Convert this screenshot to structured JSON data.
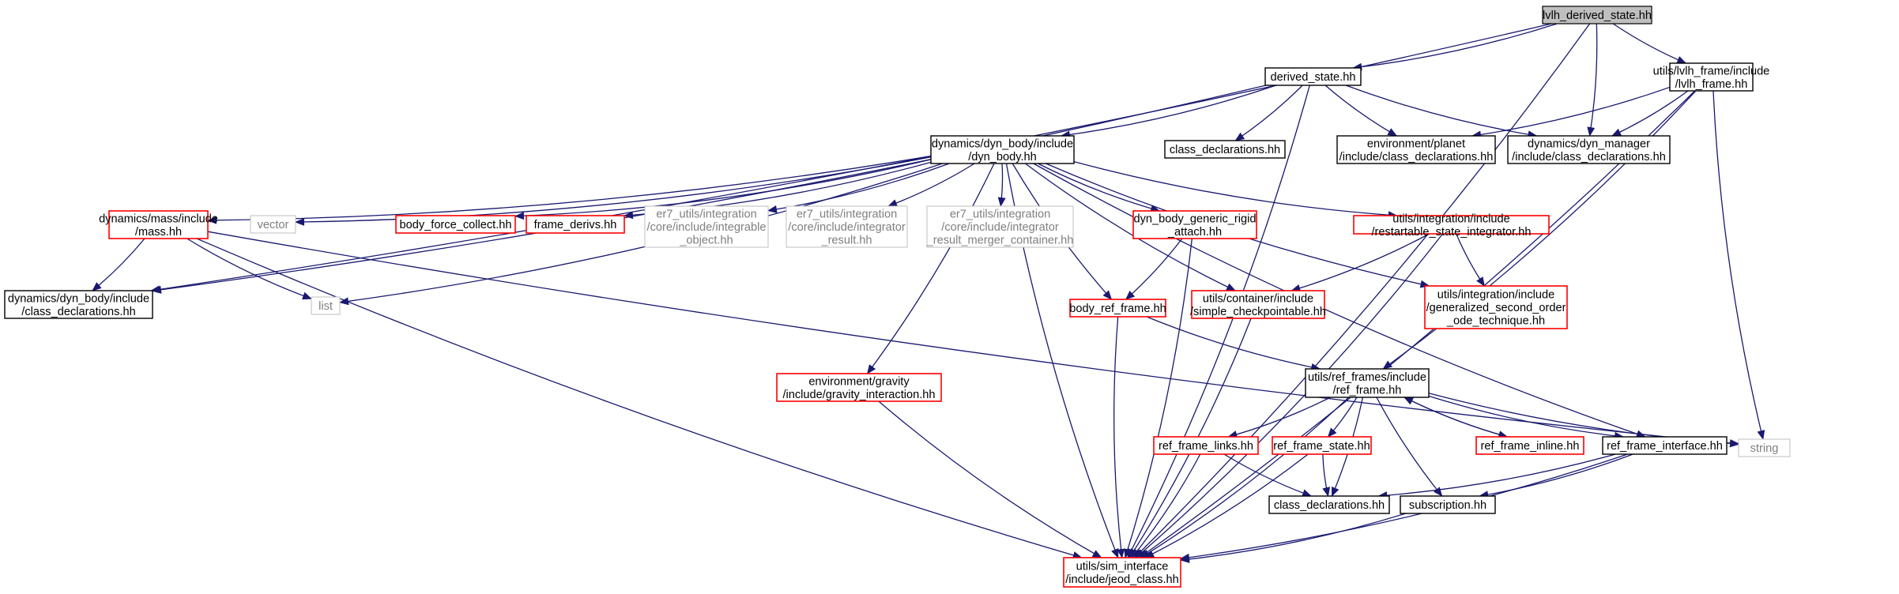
{
  "colors": {
    "edge": "#191970",
    "node_black": "#000000",
    "node_red": "#ff0000",
    "node_gray": "#bfbfbf",
    "root_fill": "#bfbfbf"
  },
  "nodes": [
    {
      "id": "lvlh_derived_state",
      "lines": [
        "lvlh_derived_state.hh"
      ],
      "style": "root"
    },
    {
      "id": "derived_state",
      "lines": [
        "derived_state.hh"
      ],
      "style": "black"
    },
    {
      "id": "lvlh_frame",
      "lines": [
        "utils/lvlh_frame/include",
        "/lvlh_frame.hh"
      ],
      "style": "black"
    },
    {
      "id": "dyn_body",
      "lines": [
        "dynamics/dyn_body/include",
        "/dyn_body.hh"
      ],
      "style": "black"
    },
    {
      "id": "class_declarations_top",
      "lines": [
        "class_declarations.hh"
      ],
      "style": "black"
    },
    {
      "id": "planet_class_decl",
      "lines": [
        "environment/planet",
        "/include/class_declarations.hh"
      ],
      "style": "black"
    },
    {
      "id": "dyn_manager_class_decl",
      "lines": [
        "dynamics/dyn_manager",
        "/include/class_declarations.hh"
      ],
      "style": "black"
    },
    {
      "id": "mass",
      "lines": [
        "dynamics/mass/include",
        "/mass.hh"
      ],
      "style": "red"
    },
    {
      "id": "vector",
      "lines": [
        "vector"
      ],
      "style": "gray"
    },
    {
      "id": "body_force_collect",
      "lines": [
        "body_force_collect.hh"
      ],
      "style": "red"
    },
    {
      "id": "frame_derivs",
      "lines": [
        "frame_derivs.hh"
      ],
      "style": "red"
    },
    {
      "id": "integrable_object",
      "lines": [
        "er7_utils/integration",
        "/core/include/integrable",
        "_object.hh"
      ],
      "style": "gray"
    },
    {
      "id": "integrator_result",
      "lines": [
        "er7_utils/integration",
        "/core/include/integrator",
        "_result.hh"
      ],
      "style": "gray"
    },
    {
      "id": "integrator_result_merger",
      "lines": [
        "er7_utils/integration",
        "/core/include/integrator",
        "_result_merger_container.hh"
      ],
      "style": "gray"
    },
    {
      "id": "dyn_body_generic_rigid_attach",
      "lines": [
        "dyn_body_generic_rigid",
        "_attach.hh"
      ],
      "style": "red"
    },
    {
      "id": "restartable_state_integrator",
      "lines": [
        "utils/integration/include",
        "/restartable_state_integrator.hh"
      ],
      "style": "red"
    },
    {
      "id": "dyn_body_class_decl",
      "lines": [
        "dynamics/dyn_body/include",
        "/class_declarations.hh"
      ],
      "style": "black"
    },
    {
      "id": "list",
      "lines": [
        "list"
      ],
      "style": "gray"
    },
    {
      "id": "body_ref_frame",
      "lines": [
        "body_ref_frame.hh"
      ],
      "style": "red"
    },
    {
      "id": "simple_checkpointable",
      "lines": [
        "utils/container/include",
        "/simple_checkpointable.hh"
      ],
      "style": "red"
    },
    {
      "id": "generalized_second_order",
      "lines": [
        "utils/integration/include",
        "/generalized_second_order",
        "_ode_technique.hh"
      ],
      "style": "red"
    },
    {
      "id": "gravity_interaction",
      "lines": [
        "environment/gravity",
        "/include/gravity_interaction.hh"
      ],
      "style": "red"
    },
    {
      "id": "ref_frame",
      "lines": [
        "utils/ref_frames/include",
        "/ref_frame.hh"
      ],
      "style": "black"
    },
    {
      "id": "ref_frame_links",
      "lines": [
        "ref_frame_links.hh"
      ],
      "style": "red"
    },
    {
      "id": "ref_frame_state",
      "lines": [
        "ref_frame_state.hh"
      ],
      "style": "red"
    },
    {
      "id": "ref_frame_inline",
      "lines": [
        "ref_frame_inline.hh"
      ],
      "style": "red"
    },
    {
      "id": "ref_frame_interface",
      "lines": [
        "ref_frame_interface.hh"
      ],
      "style": "black"
    },
    {
      "id": "string",
      "lines": [
        "string"
      ],
      "style": "gray"
    },
    {
      "id": "class_declarations_bottom",
      "lines": [
        "class_declarations.hh"
      ],
      "style": "black"
    },
    {
      "id": "subscription",
      "lines": [
        "subscription.hh"
      ],
      "style": "black"
    },
    {
      "id": "jeod_class",
      "lines": [
        "utils/sim_interface",
        "/include/jeod_class.hh"
      ],
      "style": "red"
    }
  ],
  "edges": [
    [
      "lvlh_derived_state",
      "derived_state"
    ],
    [
      "lvlh_derived_state",
      "lvlh_frame"
    ],
    [
      "lvlh_derived_state",
      "dyn_manager_class_decl"
    ],
    [
      "lvlh_derived_state",
      "dyn_body_class_decl"
    ],
    [
      "lvlh_derived_state",
      "jeod_class"
    ],
    [
      "derived_state",
      "dyn_body"
    ],
    [
      "derived_state",
      "class_declarations_top"
    ],
    [
      "derived_state",
      "planet_class_decl"
    ],
    [
      "derived_state",
      "dyn_manager_class_decl"
    ],
    [
      "derived_state",
      "dyn_body_class_decl"
    ],
    [
      "derived_state",
      "jeod_class"
    ],
    [
      "lvlh_frame",
      "planet_class_decl"
    ],
    [
      "lvlh_frame",
      "dyn_manager_class_decl"
    ],
    [
      "lvlh_frame",
      "ref_frame"
    ],
    [
      "lvlh_frame",
      "string"
    ],
    [
      "lvlh_frame",
      "jeod_class"
    ],
    [
      "dyn_body",
      "mass"
    ],
    [
      "dyn_body",
      "vector"
    ],
    [
      "dyn_body",
      "list"
    ],
    [
      "dyn_body",
      "body_force_collect"
    ],
    [
      "dyn_body",
      "frame_derivs"
    ],
    [
      "dyn_body",
      "integrable_object"
    ],
    [
      "dyn_body",
      "integrator_result"
    ],
    [
      "dyn_body",
      "integrator_result_merger"
    ],
    [
      "dyn_body",
      "dyn_body_generic_rigid_attach"
    ],
    [
      "dyn_body",
      "restartable_state_integrator"
    ],
    [
      "dyn_body",
      "body_ref_frame"
    ],
    [
      "dyn_body",
      "simple_checkpointable"
    ],
    [
      "dyn_body",
      "generalized_second_order"
    ],
    [
      "dyn_body",
      "gravity_interaction"
    ],
    [
      "dyn_body",
      "ref_frame_interface"
    ],
    [
      "dyn_body",
      "jeod_class"
    ],
    [
      "mass",
      "dyn_body_class_decl"
    ],
    [
      "mass",
      "list"
    ],
    [
      "mass",
      "string"
    ],
    [
      "mass",
      "jeod_class"
    ],
    [
      "dyn_body_generic_rigid_attach",
      "body_ref_frame"
    ],
    [
      "dyn_body_generic_rigid_attach",
      "jeod_class"
    ],
    [
      "restartable_state_integrator",
      "simple_checkpointable"
    ],
    [
      "restartable_state_integrator",
      "generalized_second_order"
    ],
    [
      "restartable_state_integrator",
      "jeod_class"
    ],
    [
      "body_ref_frame",
      "ref_frame"
    ],
    [
      "body_ref_frame",
      "jeod_class"
    ],
    [
      "simple_checkpointable",
      "jeod_class"
    ],
    [
      "gravity_interaction",
      "jeod_class"
    ],
    [
      "ref_frame",
      "ref_frame_links"
    ],
    [
      "ref_frame",
      "ref_frame_state"
    ],
    [
      "ref_frame",
      "ref_frame_inline"
    ],
    [
      "ref_frame",
      "ref_frame_interface"
    ],
    [
      "ref_frame",
      "string"
    ],
    [
      "ref_frame",
      "class_declarations_bottom"
    ],
    [
      "ref_frame",
      "subscription"
    ],
    [
      "ref_frame",
      "jeod_class"
    ],
    [
      "ref_frame_inline",
      "ref_frame"
    ],
    [
      "ref_frame_links",
      "class_declarations_bottom"
    ],
    [
      "ref_frame_links",
      "jeod_class"
    ],
    [
      "ref_frame_state",
      "class_declarations_bottom"
    ],
    [
      "ref_frame_state",
      "jeod_class"
    ],
    [
      "ref_frame_interface",
      "class_declarations_bottom"
    ],
    [
      "ref_frame_interface",
      "subscription"
    ],
    [
      "ref_frame_interface",
      "jeod_class"
    ],
    [
      "subscription",
      "jeod_class"
    ]
  ]
}
